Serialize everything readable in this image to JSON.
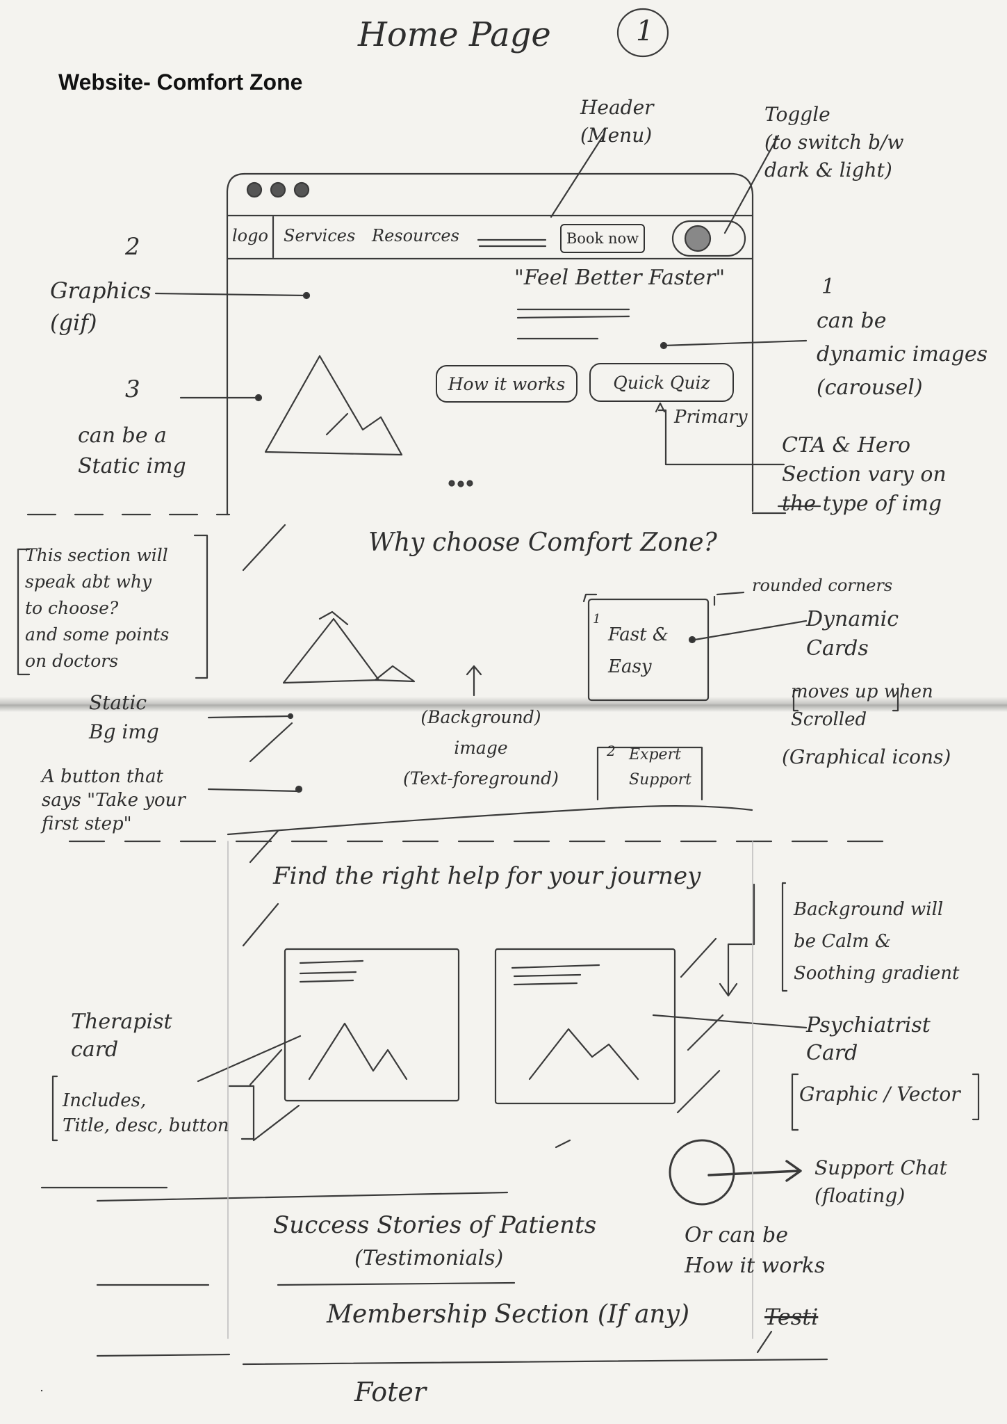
{
  "page": {
    "title": "Home Page",
    "page_number": "1",
    "website_label": "Website- Comfort Zone"
  },
  "wireframe": {
    "nav": {
      "logo": "logo",
      "services": "Services",
      "resources": "Resources",
      "book_now": "Book now"
    },
    "hero": {
      "quote": "\"Feel Better Faster\"",
      "how_it_works": "How it works",
      "quick_quiz": "Quick Quiz"
    },
    "why_section": {
      "heading": "Why choose Comfort Zone?",
      "card1_num": "1",
      "card1_text": "Fast &\nEasy",
      "card2_num": "2",
      "card2_text": "Expert\nSupport",
      "bg_note": "(Background)\nimage\n(Text-foreground)"
    },
    "help_section": {
      "heading": "Find the right help for your journey"
    },
    "testimonials": {
      "heading": "Success Stories of Patients",
      "sub": "(Testimonials)",
      "alt": "Or can be\nHow it works"
    },
    "membership": {
      "heading": "Membership Section (If any)",
      "struck": "Testi"
    },
    "footer": "Foter"
  },
  "annotations": {
    "header_menu": "Header\n(Menu)",
    "toggle": "Toggle\n(to switch b/w\ndark & light)",
    "num2": "2",
    "graphics": "Graphics\n(gif)",
    "num3": "3",
    "static_img": "can be a\nStatic img",
    "num1": "1",
    "dynamic_images": "can be\ndynamic images\n(carousel)",
    "primary": "Primary",
    "cta_hero": "CTA & Hero\nSection vary on\nthe type of img",
    "section_speak": "This section will\nspeak abt why\nto choose?\nand some points\non doctors",
    "rounded": "rounded corners",
    "dynamic_cards": "Dynamic\nCards",
    "moves_up": "moves up when\nScrolled",
    "graphical_icons": "(Graphical icons)",
    "static_bg": "Static\nBg img",
    "take_first_step": "A button that\nsays \"Take your\nfirst step\"",
    "background_gradient": "Background will\nbe Calm &\nSoothing gradient",
    "therapist": "Therapist\ncard",
    "includes": "Includes,\nTitle, desc, button",
    "psychiatrist": "Psychiatrist\nCard",
    "graphic_vector": "Graphic / Vector",
    "support_chat": "Support Chat\n(floating)"
  }
}
